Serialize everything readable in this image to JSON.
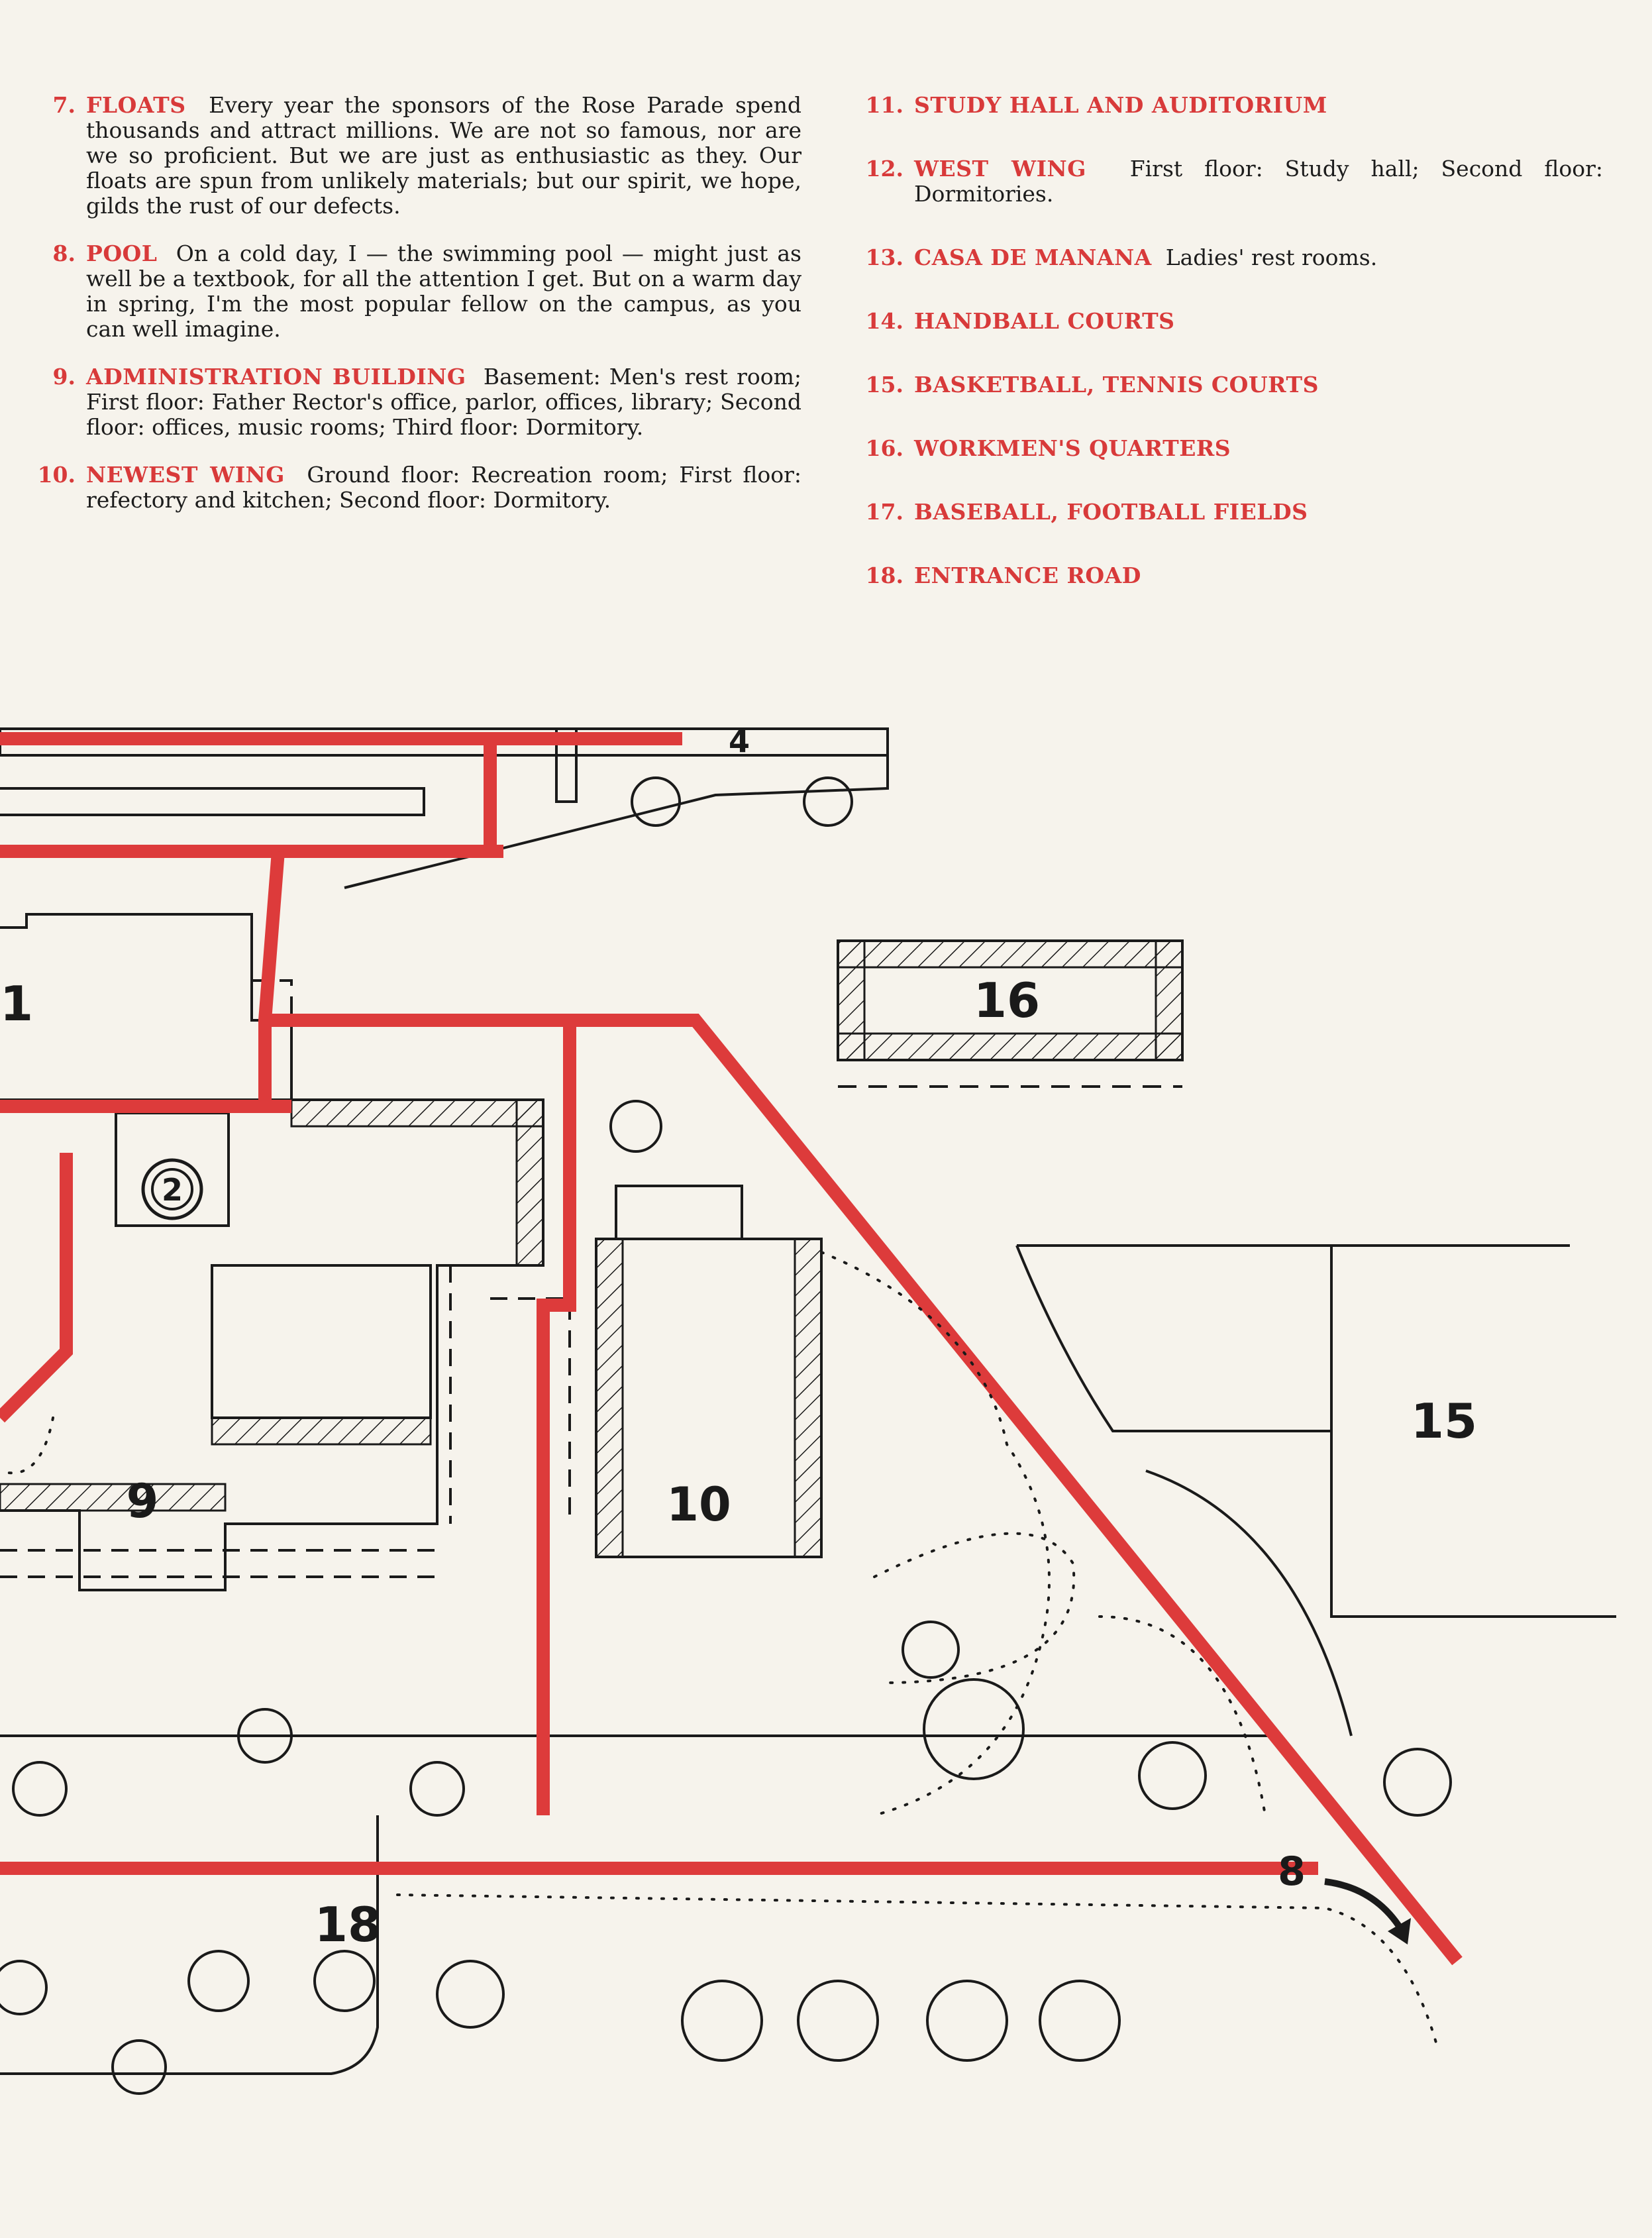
{
  "legend_left": [
    {
      "number": "7.",
      "title": "FLOATS",
      "text": "Every year the sponsors of the Rose Parade spend thousands and attract millions. We are not so famous, nor are we so proficient. But we are just as enthusiastic as they. Our floats are spun from unlikely materials; but our spirit, we hope, gilds the rust of our defects."
    },
    {
      "number": "8.",
      "title": "POOL",
      "text": "On a cold day, I — the swimming pool — might just as well be a textbook, for all the attention I get. But on a warm day in spring, I'm the most popular fellow on the campus, as you can well imagine."
    },
    {
      "number": "9.",
      "title": "ADMINISTRATION BUILDING",
      "text": "Basement: Men's rest room; First floor: Father Rector's office, parlor, offices, library; Second floor: offices, music rooms; Third floor: Dormitory."
    },
    {
      "number": "10.",
      "title": "NEWEST WING",
      "text": "Ground floor: Recreation room; First floor: refectory and kitchen; Second floor: Dormitory."
    }
  ],
  "legend_right": [
    {
      "number": "11.",
      "title": "STUDY HALL AND AUDITORIUM",
      "text": ""
    },
    {
      "number": "12.",
      "title": "WEST WING",
      "text": "First floor: Study hall; Second floor: Dormitories."
    },
    {
      "number": "13.",
      "title": "CASA DE MANANA",
      "text": "Ladies' rest rooms."
    },
    {
      "number": "14.",
      "title": "HANDBALL COURTS",
      "text": ""
    },
    {
      "number": "15.",
      "title": "BASKETBALL, TENNIS COURTS",
      "text": ""
    },
    {
      "number": "16.",
      "title": "WORKMEN'S QUARTERS",
      "text": ""
    },
    {
      "number": "17.",
      "title": "BASEBALL, FOOTBALL FIELDS",
      "text": ""
    },
    {
      "number": "18.",
      "title": "ENTRANCE ROAD",
      "text": ""
    }
  ],
  "map_labels": {
    "bldg_4": "4",
    "bldg_1": "1",
    "bldg_2": "2",
    "bldg_9": "9",
    "bldg_10": "10",
    "bldg_15": "15",
    "bldg_16": "16",
    "road_18": "18",
    "pool_8": "8"
  },
  "colors": {
    "route_red": "#dd3b3b",
    "ink": "#1a1a1a",
    "paper": "#f6f3ec"
  }
}
